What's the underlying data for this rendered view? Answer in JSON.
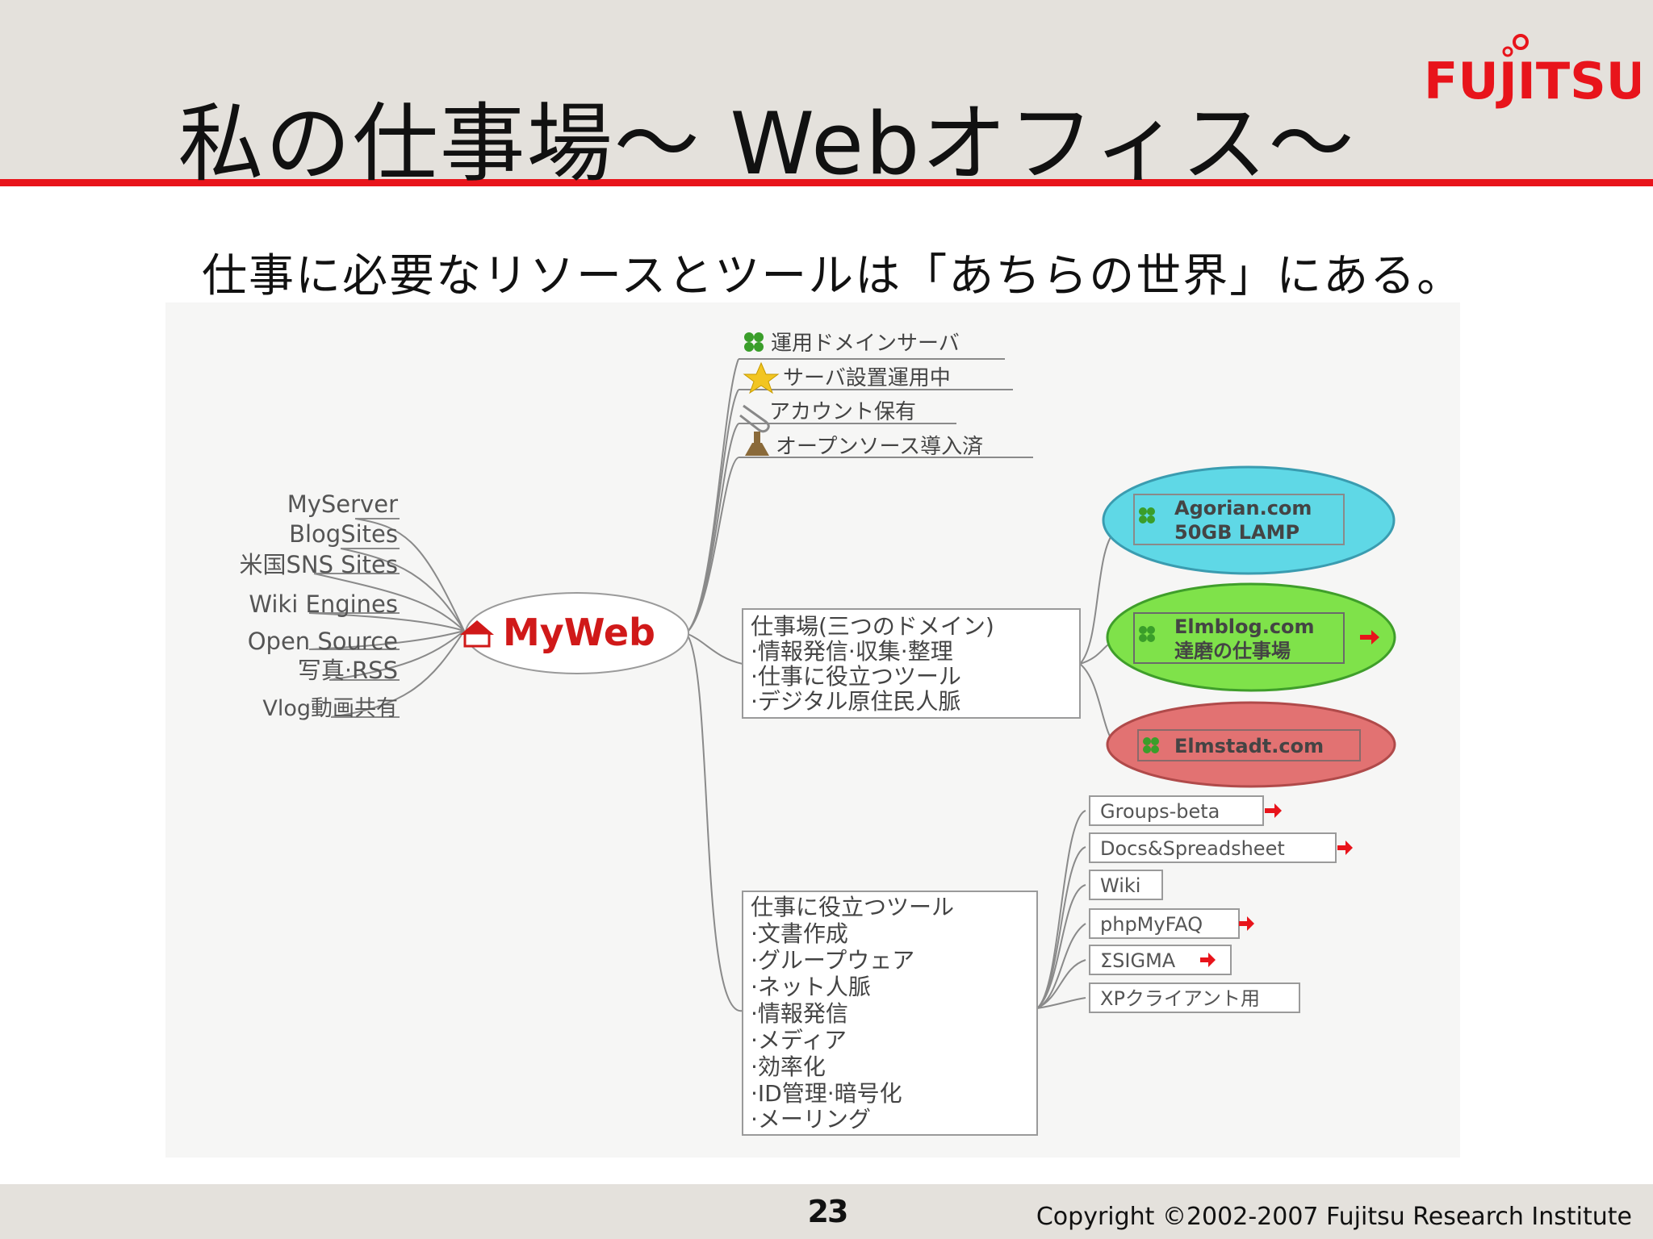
{
  "slide": {
    "title": "私の仕事場～ Webオフィス～",
    "subtitle": "仕事に必要なリソースとツールは「あちらの世界」にある。",
    "page_number": "23",
    "copyright": "Copyright ©2002-2007 Fujitsu Research Institute",
    "logo_text": "FUJITSU"
  },
  "colors": {
    "header_bg": "#e4e1dc",
    "accent_red": "#e8141b",
    "myweb_red": "#d01919",
    "bubble_cyan": "#5fd8e6",
    "bubble_green": "#7fe24a",
    "bubble_pink": "#e27272"
  },
  "mindmap": {
    "center": {
      "label": "MyWeb",
      "icon": "home-icon"
    },
    "left_nodes": [
      "MyServer",
      "BlogSites",
      "米国SNS Sites",
      "Wiki Engines",
      "Open Source",
      "写真·RSS",
      "Vlog動画共有"
    ],
    "legend": [
      {
        "icon": "clover-icon",
        "label": "運用ドメインサーバ"
      },
      {
        "icon": "star-icon",
        "label": "サーバ設置運用中"
      },
      {
        "icon": "paperclip-icon",
        "label": "アカウント保有"
      },
      {
        "icon": "flask-icon",
        "label": "オープンソース導入済"
      }
    ],
    "workplace": {
      "title": "仕事場(三つのドメイン)",
      "items": [
        "·情報発信·収集·整理",
        "·仕事に役立つツール",
        "·デジタル原住民人脈"
      ]
    },
    "domains": [
      {
        "line1": "Agorian.com",
        "line2": "50GB LAMP",
        "color": "cyan"
      },
      {
        "line1": "Elmblog.com",
        "line2": "達磨の仕事場",
        "color": "green"
      },
      {
        "line1": "Elmstadt.com",
        "line2": "",
        "color": "pink"
      }
    ],
    "tools_box": {
      "title": "仕事に役立つツール",
      "items": [
        "·文書作成",
        "·グループウェア",
        "·ネット人脈",
        "·情報発信",
        "·メディア",
        "·効率化",
        "·ID管理·暗号化",
        "·メーリング"
      ]
    },
    "tools": [
      "Groups-beta",
      "Docs&Spreadsheet",
      "Wiki",
      "phpMyFAQ",
      "ΣSIGMA",
      "XPクライアント用"
    ]
  }
}
